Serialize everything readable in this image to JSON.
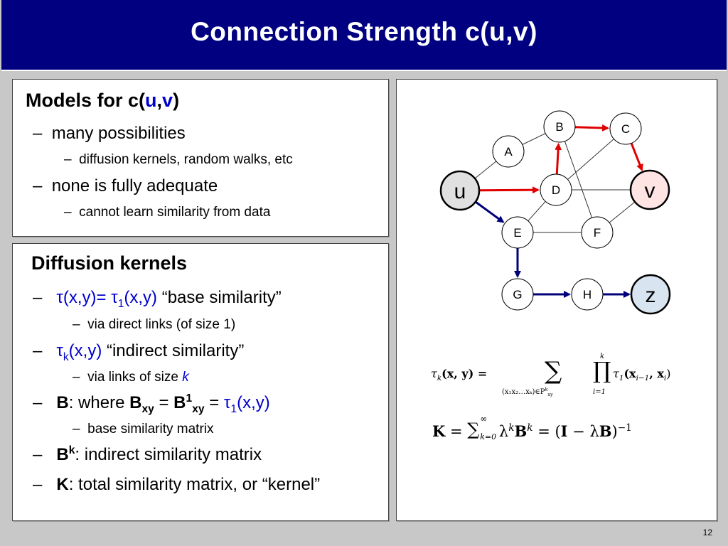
{
  "slide": {
    "title": "Connection Strength  c(u,v)",
    "page_number": "12"
  },
  "models": {
    "heading_prefix": "Models for c(",
    "heading_u": "u",
    "heading_comma": ",",
    "heading_v": "v",
    "heading_suffix": ")",
    "dash": "–",
    "b1": "many possibilities",
    "b1_sub": "diffusion kernels, random walks, etc",
    "b2": "none is fully adequate",
    "b2_sub": "cannot learn similarity from data"
  },
  "diffusion": {
    "heading": "Diffusion kernels",
    "dash": "–",
    "tau": "τ",
    "i1_a": "(x,y)= ",
    "i1_sub1": "1",
    "i1_b": "(x,y)",
    "i1_c": " “base similarity”",
    "i1_sub": "via direct links (of size 1)",
    "i2_sub_k": "k",
    "i2_a": "(x,y)",
    "i2_c": "  “indirect similarity”",
    "i3_sub_text": "via links of size ",
    "i3_sub_k": "k",
    "i4_B": "B",
    "i4_a": ": where ",
    "i4_B2": "B",
    "i4_xy": "xy",
    "i4_eq": " = ",
    "i4_B3": "B",
    "i4_sup1": "1",
    "i4_xy2": "xy",
    "i4_eq2": " = ",
    "i4_sub1": "1",
    "i4_tail": "(x,y)",
    "i4_sub": "base similarity matrix",
    "i5_B": "B",
    "i5_sup": "k",
    "i5_text": ": indirect similarity matrix",
    "i6_K": "K",
    "i6_text": ": total similarity matrix, or “kernel”"
  },
  "graph": {
    "nodes": [
      {
        "id": "u",
        "label": "u",
        "fill": "#e0e0e0"
      },
      {
        "id": "A",
        "label": "A",
        "fill": "#ffffff"
      },
      {
        "id": "B",
        "label": "B",
        "fill": "#ffffff"
      },
      {
        "id": "C",
        "label": "C",
        "fill": "#ffffff"
      },
      {
        "id": "D",
        "label": "D",
        "fill": "#ffffff"
      },
      {
        "id": "v",
        "label": "v",
        "fill": "#ffe4e4"
      },
      {
        "id": "E",
        "label": "E",
        "fill": "#ffffff"
      },
      {
        "id": "F",
        "label": "F",
        "fill": "#ffffff"
      },
      {
        "id": "G",
        "label": "G",
        "fill": "#ffffff"
      },
      {
        "id": "H",
        "label": "H",
        "fill": "#ffffff"
      },
      {
        "id": "z",
        "label": "z",
        "fill": "#d8e4f0"
      }
    ],
    "edges": [
      {
        "from": "u",
        "to": "A",
        "kind": "plain"
      },
      {
        "from": "A",
        "to": "B",
        "kind": "plain"
      },
      {
        "from": "B",
        "to": "F",
        "kind": "plain"
      },
      {
        "from": "D",
        "to": "E",
        "kind": "plain"
      },
      {
        "from": "D",
        "to": "v",
        "kind": "plain"
      },
      {
        "from": "E",
        "to": "F",
        "kind": "plain"
      },
      {
        "from": "F",
        "to": "v",
        "kind": "plain"
      },
      {
        "from": "D",
        "to": "C",
        "kind": "plain"
      },
      {
        "from": "u",
        "to": "D",
        "kind": "red"
      },
      {
        "from": "D",
        "to": "B",
        "kind": "red"
      },
      {
        "from": "B",
        "to": "C",
        "kind": "red"
      },
      {
        "from": "C",
        "to": "v",
        "kind": "red"
      },
      {
        "from": "u",
        "to": "E",
        "kind": "navy"
      },
      {
        "from": "E",
        "to": "G",
        "kind": "navy"
      },
      {
        "from": "G",
        "to": "H",
        "kind": "navy"
      },
      {
        "from": "H",
        "to": "z",
        "kind": "navy"
      }
    ],
    "colors": {
      "red": "#e00000",
      "navy": "#00007a",
      "plain": "#333333"
    }
  },
  "formulas": {
    "f1_lhs": "τ",
    "f1_lhs_sub": "k",
    "f1_lhs_args": "(x, y) =",
    "f1_sum_under": "(x₁x₂…xₖ)∈P",
    "f1_sum_under_sup": "k",
    "f1_sum_under_sub": "xy",
    "f1_prod_top": "k",
    "f1_prod_under": "i=1",
    "f1_rhs": "τ",
    "f1_rhs_sub": "1",
    "f1_rhs_args": "(x",
    "f1_rhs_args_sub1": "i−1",
    "f1_rhs_args_mid": ", x",
    "f1_rhs_args_sub2": "i",
    "f1_rhs_args_end": ")",
    "f2_K": "K",
    "f2_eq": " = ",
    "f2_sum_top": "∞",
    "f2_sum_bot": "k=0",
    "f2_lambda": " λ",
    "f2_lambda_sup": "k",
    "f2_B": "B",
    "f2_B_sup": "k",
    "f2_eq2": " = (",
    "f2_I": "I",
    "f2_minus": " − λ",
    "f2_B2": "B",
    "f2_close": ")",
    "f2_close_sup": "−1"
  }
}
